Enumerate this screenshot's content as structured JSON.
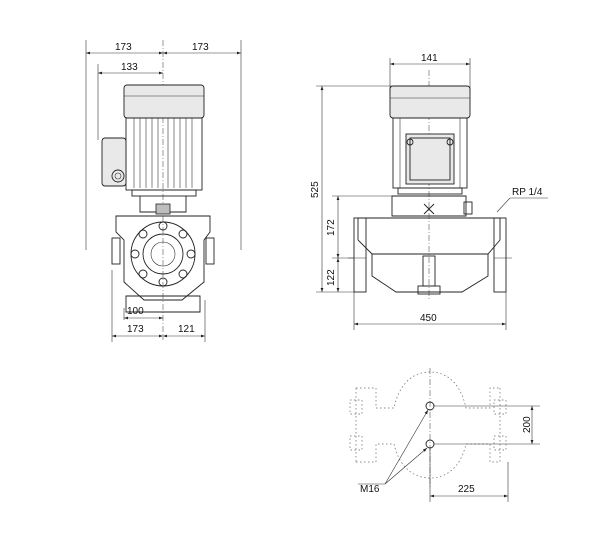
{
  "drawing": {
    "side_view": {
      "dim_top_left": "173",
      "dim_top_right": "173",
      "dim_box": "133",
      "dim_inlet_offset": "100",
      "dim_bottom_left": "173",
      "dim_bottom_right": "121"
    },
    "front_view": {
      "dim_motor_width": "141",
      "dim_total_height": "525",
      "dim_flange_height": "172",
      "dim_base_height": "122",
      "dim_length": "450",
      "label_port": "RP 1/4"
    },
    "foot_view": {
      "dim_hole_spacing": "200",
      "dim_hole_offset": "225",
      "label_bolt": "M16"
    }
  }
}
